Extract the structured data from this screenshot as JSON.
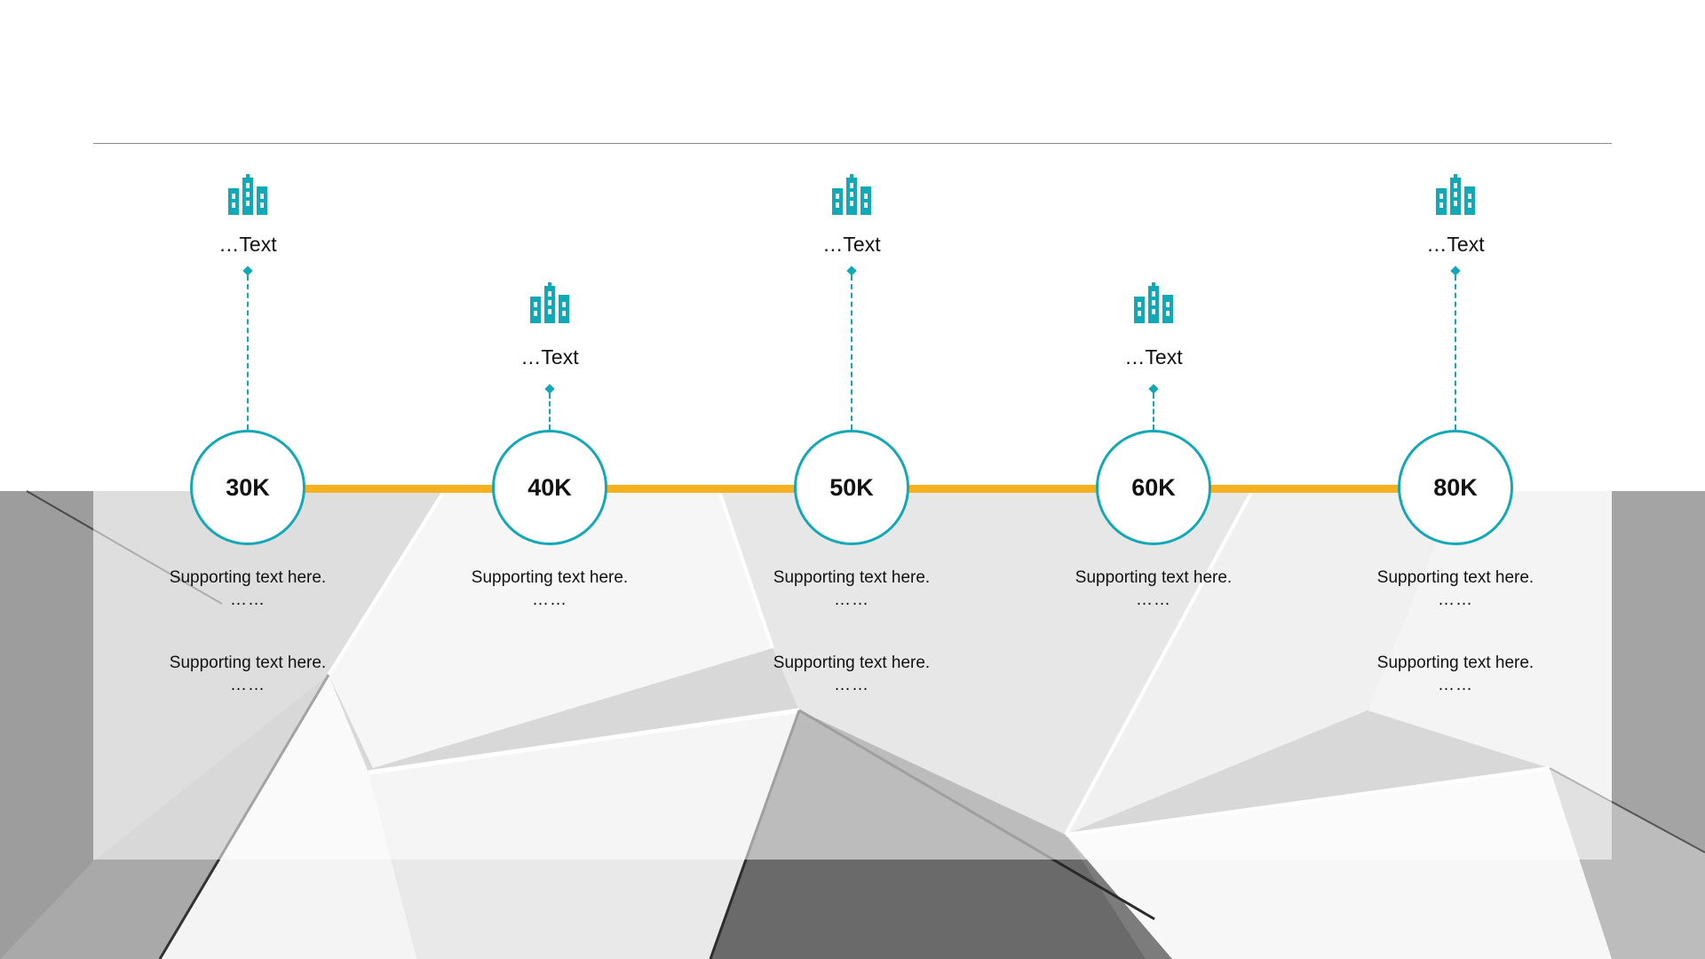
{
  "colors": {
    "accent": "#13a8b5",
    "timeline": "#f5b120",
    "rule": "#8c8c8c",
    "panel": "#ececec"
  },
  "milestones": [
    {
      "icon": "buildings-icon",
      "label": "…Text",
      "value": "30K",
      "tier": "high",
      "support": [
        {
          "line1": "Supporting  text here.",
          "line2": "……"
        },
        {
          "line1": "Supporting  text here.",
          "line2": "……"
        }
      ]
    },
    {
      "icon": "buildings-icon",
      "label": "…Text",
      "value": "40K",
      "tier": "low",
      "support": [
        {
          "line1": "Supporting  text here.",
          "line2": "……"
        }
      ]
    },
    {
      "icon": "buildings-icon",
      "label": "…Text",
      "value": "50K",
      "tier": "high",
      "support": [
        {
          "line1": "Supporting  text here.",
          "line2": "……"
        },
        {
          "line1": "Supporting  text here.",
          "line2": "……"
        }
      ]
    },
    {
      "icon": "buildings-icon",
      "label": "…Text",
      "value": "60K",
      "tier": "low",
      "support": [
        {
          "line1": "Supporting  text here.",
          "line2": "……"
        }
      ]
    },
    {
      "icon": "buildings-icon",
      "label": "…Text",
      "value": "80K",
      "tier": "high",
      "support": [
        {
          "line1": "Supporting  text here.",
          "line2": "……"
        },
        {
          "line1": "Supporting  text here.",
          "line2": "……"
        }
      ]
    }
  ]
}
